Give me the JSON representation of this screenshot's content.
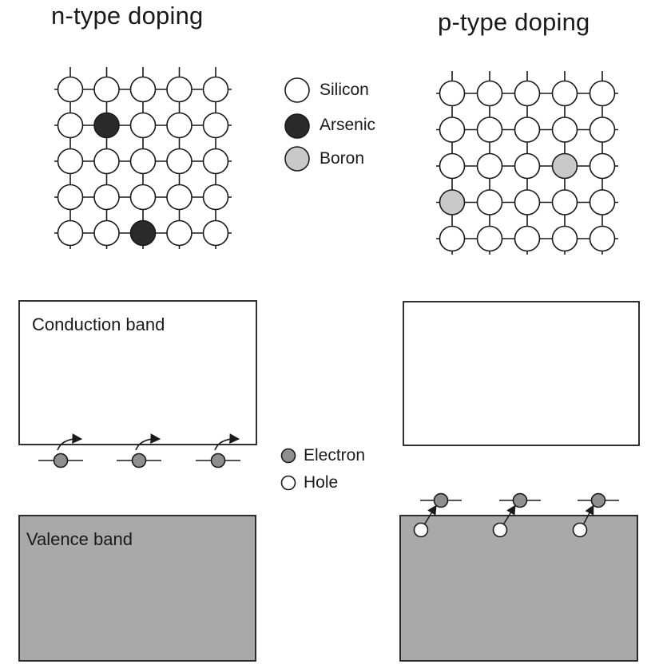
{
  "titles": {
    "n_type": "n-type doping",
    "p_type": "p-type doping"
  },
  "atom_legend": [
    {
      "label": "Silicon",
      "color": "#ffffff"
    },
    {
      "label": "Arsenic",
      "color": "#2a2a2a"
    },
    {
      "label": "Boron",
      "color": "#c9c9c9"
    }
  ],
  "carrier_legend": [
    {
      "label": "Electron",
      "color": "#8f8f8f"
    },
    {
      "label": "Hole",
      "color": "#ffffff"
    }
  ],
  "n_panel": {
    "lattice": {
      "rows": 5,
      "cols": 5,
      "dopants": [
        {
          "row": 2,
          "col": 2,
          "type": "Arsenic"
        },
        {
          "row": 5,
          "col": 3,
          "type": "Arsenic"
        }
      ]
    },
    "conduction_band_label": "Conduction band",
    "valence_band_label": "Valence band",
    "donor_levels": 3
  },
  "p_panel": {
    "lattice": {
      "rows": 5,
      "cols": 5,
      "dopants": [
        {
          "row": 3,
          "col": 4,
          "type": "Boron"
        },
        {
          "row": 4,
          "col": 1,
          "type": "Boron"
        }
      ]
    },
    "acceptor_levels": 3
  },
  "colors": {
    "line": "#1a1a1a",
    "valence_fill": "#a9a9a9",
    "conduction_fill": "#ffffff",
    "electron": "#8f8f8f",
    "hole": "#ffffff",
    "arsenic": "#2a2a2a",
    "boron": "#c9c9c9",
    "silicon": "#ffffff"
  }
}
